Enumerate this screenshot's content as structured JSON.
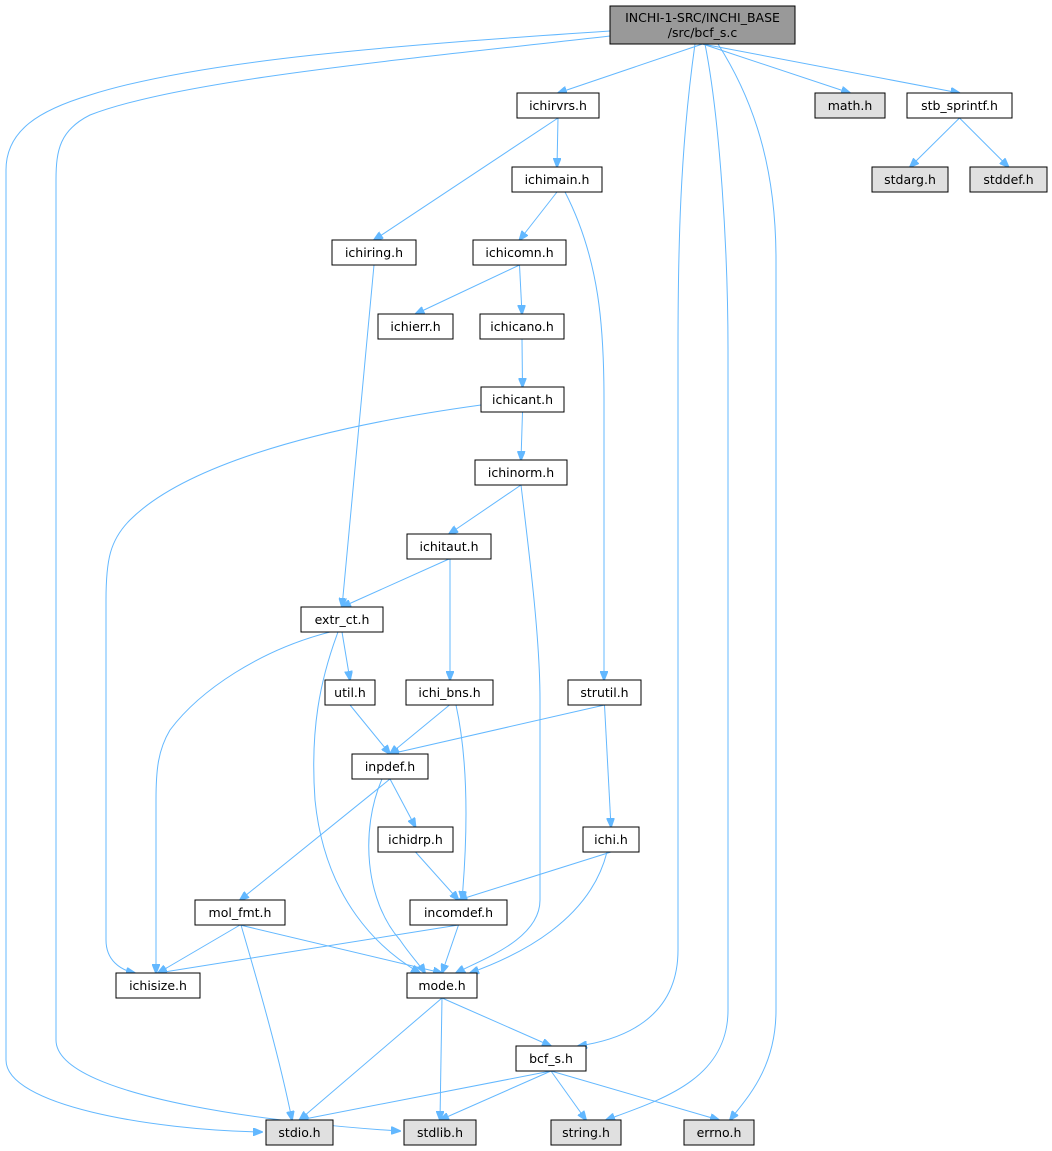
{
  "colors": {
    "root_fill": "#999999",
    "header_fill": "#ffffff",
    "system_fill": "#e0e0e0",
    "edge": "#63b8ff"
  },
  "nodes": {
    "root": {
      "lines": [
        "INCHI-1-SRC/INCHI_BASE",
        "/src/bcf_s.c"
      ],
      "kind": "root"
    },
    "ichirvrs": {
      "lines": [
        "ichirvrs.h"
      ],
      "kind": "header"
    },
    "math": {
      "lines": [
        "math.h"
      ],
      "kind": "system"
    },
    "stb_sprintf": {
      "lines": [
        "stb_sprintf.h"
      ],
      "kind": "header"
    },
    "stdarg": {
      "lines": [
        "stdarg.h"
      ],
      "kind": "system"
    },
    "stddef": {
      "lines": [
        "stddef.h"
      ],
      "kind": "system"
    },
    "ichimain": {
      "lines": [
        "ichimain.h"
      ],
      "kind": "header"
    },
    "ichiring": {
      "lines": [
        "ichiring.h"
      ],
      "kind": "header"
    },
    "ichicomn": {
      "lines": [
        "ichicomn.h"
      ],
      "kind": "header"
    },
    "ichierr": {
      "lines": [
        "ichierr.h"
      ],
      "kind": "header"
    },
    "ichicano": {
      "lines": [
        "ichicano.h"
      ],
      "kind": "header"
    },
    "ichicant": {
      "lines": [
        "ichicant.h"
      ],
      "kind": "header"
    },
    "ichinorm": {
      "lines": [
        "ichinorm.h"
      ],
      "kind": "header"
    },
    "ichitaut": {
      "lines": [
        "ichitaut.h"
      ],
      "kind": "header"
    },
    "extr_ct": {
      "lines": [
        "extr_ct.h"
      ],
      "kind": "header"
    },
    "util": {
      "lines": [
        "util.h"
      ],
      "kind": "header"
    },
    "ichi_bns": {
      "lines": [
        "ichi_bns.h"
      ],
      "kind": "header"
    },
    "strutil": {
      "lines": [
        "strutil.h"
      ],
      "kind": "header"
    },
    "inpdef": {
      "lines": [
        "inpdef.h"
      ],
      "kind": "header"
    },
    "ichidrp": {
      "lines": [
        "ichidrp.h"
      ],
      "kind": "header"
    },
    "ichi": {
      "lines": [
        "ichi.h"
      ],
      "kind": "header"
    },
    "mol_fmt": {
      "lines": [
        "mol_fmt.h"
      ],
      "kind": "header"
    },
    "incomdef": {
      "lines": [
        "incomdef.h"
      ],
      "kind": "header"
    },
    "ichisize": {
      "lines": [
        "ichisize.h"
      ],
      "kind": "header"
    },
    "mode": {
      "lines": [
        "mode.h"
      ],
      "kind": "header"
    },
    "bcf_s_h": {
      "lines": [
        "bcf_s.h"
      ],
      "kind": "header"
    },
    "stdio": {
      "lines": [
        "stdio.h"
      ],
      "kind": "system"
    },
    "stdlib": {
      "lines": [
        "stdlib.h"
      ],
      "kind": "system"
    },
    "string": {
      "lines": [
        "string.h"
      ],
      "kind": "system"
    },
    "errno": {
      "lines": [
        "errno.h"
      ],
      "kind": "system"
    }
  },
  "edges": [
    [
      "root",
      "ichirvrs"
    ],
    [
      "root",
      "math"
    ],
    [
      "root",
      "stb_sprintf"
    ],
    [
      "root",
      "bcf_s_h"
    ],
    [
      "root",
      "stdio"
    ],
    [
      "root",
      "stdlib"
    ],
    [
      "root",
      "string"
    ],
    [
      "root",
      "errno"
    ],
    [
      "stb_sprintf",
      "stdarg"
    ],
    [
      "stb_sprintf",
      "stddef"
    ],
    [
      "ichirvrs",
      "ichimain"
    ],
    [
      "ichirvrs",
      "ichiring"
    ],
    [
      "ichimain",
      "ichicomn"
    ],
    [
      "ichimain",
      "strutil"
    ],
    [
      "ichiring",
      "extr_ct"
    ],
    [
      "ichicomn",
      "ichierr"
    ],
    [
      "ichicomn",
      "ichicano"
    ],
    [
      "ichicano",
      "ichicant"
    ],
    [
      "ichicant",
      "ichinorm"
    ],
    [
      "ichicant",
      "ichisize"
    ],
    [
      "ichinorm",
      "ichitaut"
    ],
    [
      "ichinorm",
      "mode"
    ],
    [
      "ichitaut",
      "extr_ct"
    ],
    [
      "ichitaut",
      "ichi_bns"
    ],
    [
      "extr_ct",
      "util"
    ],
    [
      "extr_ct",
      "ichisize"
    ],
    [
      "extr_ct",
      "mode"
    ],
    [
      "util",
      "inpdef"
    ],
    [
      "ichi_bns",
      "inpdef"
    ],
    [
      "ichi_bns",
      "incomdef"
    ],
    [
      "strutil",
      "inpdef"
    ],
    [
      "strutil",
      "ichi"
    ],
    [
      "inpdef",
      "ichidrp"
    ],
    [
      "inpdef",
      "mol_fmt"
    ],
    [
      "inpdef",
      "mode"
    ],
    [
      "ichidrp",
      "incomdef"
    ],
    [
      "ichi",
      "incomdef"
    ],
    [
      "ichi",
      "mode"
    ],
    [
      "mol_fmt",
      "ichisize"
    ],
    [
      "mol_fmt",
      "mode"
    ],
    [
      "mol_fmt",
      "stdio"
    ],
    [
      "incomdef",
      "ichisize"
    ],
    [
      "incomdef",
      "mode"
    ],
    [
      "mode",
      "bcf_s_h"
    ],
    [
      "mode",
      "stdio"
    ],
    [
      "mode",
      "stdlib"
    ],
    [
      "bcf_s_h",
      "stdio"
    ],
    [
      "bcf_s_h",
      "stdlib"
    ],
    [
      "bcf_s_h",
      "string"
    ],
    [
      "bcf_s_h",
      "errno"
    ]
  ]
}
